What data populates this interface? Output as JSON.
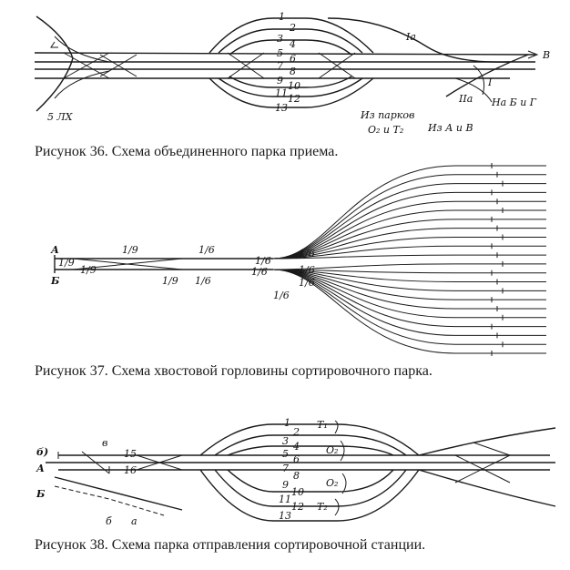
{
  "figure36": {
    "caption": "Рисунок 36. Схема объединенного парка приема.",
    "track_numbers": [
      "1",
      "2",
      "3",
      "4",
      "5",
      "6",
      "7",
      "8",
      "9",
      "10",
      "11",
      "12",
      "13"
    ],
    "labels": {
      "route_Ia": "Iа",
      "route_IIa": "IIа",
      "route_I": "I",
      "left_bottom": "5 ЛХ",
      "from_parks": "Из парков",
      "parks_O2_T2": "О₂ и Т₂",
      "from_A_and_B": "Из А и В",
      "to_B_and_G": "На Б и Г",
      "right_end": "В"
    }
  },
  "figure37": {
    "caption": "Рисунок 37. Схема хвостовой горловины сортировочного парка.",
    "labels": {
      "A": "А",
      "B": "Б",
      "ratio_19": "1/9",
      "ratio_16": "1/6"
    }
  },
  "figure38": {
    "caption": "Рисунок 38. Схема парка отправления сортировочной станции.",
    "track_numbers": [
      "1",
      "2",
      "3",
      "4",
      "5",
      "6",
      "7",
      "8",
      "9",
      "10",
      "11",
      "12",
      "13",
      "15",
      "16"
    ],
    "labels": {
      "panel": "б)",
      "A": "А",
      "B": "Б",
      "v": "в",
      "b": "б",
      "a": "а",
      "T1": "Т₁",
      "O2": "О₂",
      "T2": "Т₂"
    }
  }
}
